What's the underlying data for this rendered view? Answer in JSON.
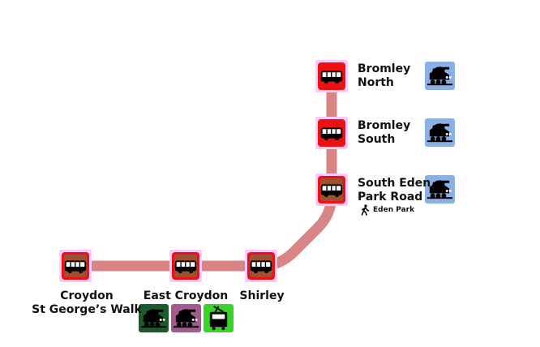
{
  "colors": {
    "line": "#d98585",
    "stop_halo": "#ffc8ff",
    "bus_red": "#ee1111",
    "bus_inner": "#a05030",
    "rail_blue": "#8ab0e6",
    "rail_green": "#1c5a2a",
    "rail_purple": "#a35a8e",
    "tram_green": "#3ad32a"
  },
  "stations": [
    {
      "id": "bromley-north",
      "label": "Bromley\nNorth",
      "rail": true
    },
    {
      "id": "bromley-south",
      "label": "Bromley\nSouth",
      "rail": true
    },
    {
      "id": "south-eden-park-road",
      "label": "South Eden\nPark Road",
      "rail": true,
      "walk_link": "Eden Park"
    },
    {
      "id": "shirley",
      "label": "Shirley"
    },
    {
      "id": "east-croydon",
      "label": "East Croydon"
    },
    {
      "id": "croydon-st-georges-walk",
      "label": "Croydon\nSt George’s Walk"
    }
  ],
  "interchange_icons": [
    {
      "name": "rail-green-icon",
      "type": "rail",
      "color": "#1c5a2a"
    },
    {
      "name": "rail-purple-icon",
      "type": "rail",
      "color": "#a35a8e"
    },
    {
      "name": "tram-icon",
      "type": "tram",
      "color": "#3ad32a"
    }
  ]
}
